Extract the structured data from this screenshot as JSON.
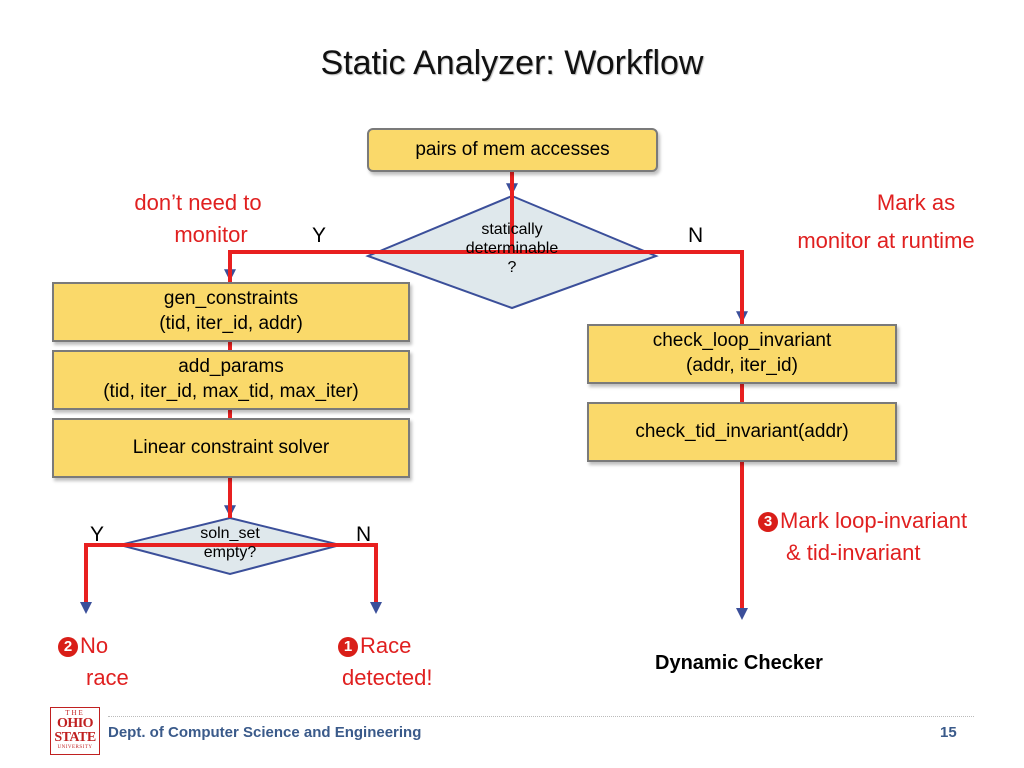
{
  "title": "Static Analyzer: Workflow",
  "nodes": {
    "pairs": "pairs of mem accesses",
    "static_decision": [
      "statically",
      "determinable",
      "?"
    ],
    "gen_constraints": [
      "gen_constraints",
      "(tid, iter_id, addr)"
    ],
    "add_params": [
      "add_params",
      "(tid, iter_id, max_tid, max_iter)"
    ],
    "solver": "Linear constraint solver",
    "soln_decision": [
      "soln_set",
      "empty?"
    ],
    "check_loop": [
      "check_loop_invariant",
      "(addr, iter_id)"
    ],
    "check_tid": "check_tid_invariant(addr)",
    "dynamic_checker": "Dynamic Checker"
  },
  "labels": {
    "yes": "Y",
    "no": "N",
    "dont_need": [
      "don’t need to",
      "monitor"
    ],
    "mark_runtime": [
      "Mark as",
      "monitor at runtime"
    ],
    "mark_invariant": {
      "num": "3",
      "lines": [
        "Mark loop-invariant",
        "& tid-invariant"
      ]
    },
    "no_race": {
      "num": "2",
      "lines": [
        "No",
        "race"
      ]
    },
    "race": {
      "num": "1",
      "lines": [
        "Race",
        "detected!"
      ]
    }
  },
  "footer": {
    "dept": "Dept. of Computer Science and Engineering",
    "page": "15",
    "logo": [
      "THE",
      "OHIO",
      "STATE",
      "UNIVERSITY"
    ]
  },
  "colors": {
    "path": "#e82020",
    "box_fill": "#fad96a",
    "diamond_fill": "#dfe8ec",
    "arrow_blue": "#3b4f9a"
  }
}
